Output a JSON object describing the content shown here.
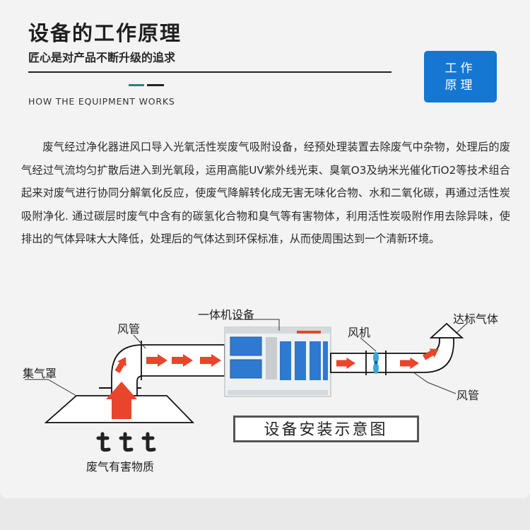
{
  "header": {
    "title": "设备的工作原理",
    "subtitle": "匠心是对产品不断升级的追求",
    "english": "HOW THE EQUIPMENT WORKS"
  },
  "badge": {
    "line1": "工作",
    "line2": "原理"
  },
  "description": "废气经过净化器进风口导入光氧活性炭废气吸附设备，经预处理装置去除废气中杂物，处理后的废气经过气流均匀扩散后进入到光氧段，运用高能UV紫外线光束、臭氧O3及纳米光催化TiO2等技术组合起来对废气进行协同分解氧化反应，使废气降解转化成无害无味化合物、水和二氧化碳，再通过活性炭吸附净化. 通过碳层时废气中含有的碳氢化合物和臭气等有害物体，利用活性炭吸附作用去除异味，使排出的气体异味大大降低，处理后的气体达到环保标准，从而使周围达到一个清新环境。",
  "diagram": {
    "labels": {
      "duct_left": "风管",
      "unit": "一体机设备",
      "fan": "风机",
      "outlet": "达标气体",
      "hood": "集气罩",
      "duct_right": "风管",
      "source": "废气有害物质"
    },
    "caption": "设备安装示意图",
    "colors": {
      "arrow": "#e8452c",
      "duct": "#ffffff",
      "unit": "#2f79d0",
      "caption_bg": "#555555"
    }
  }
}
